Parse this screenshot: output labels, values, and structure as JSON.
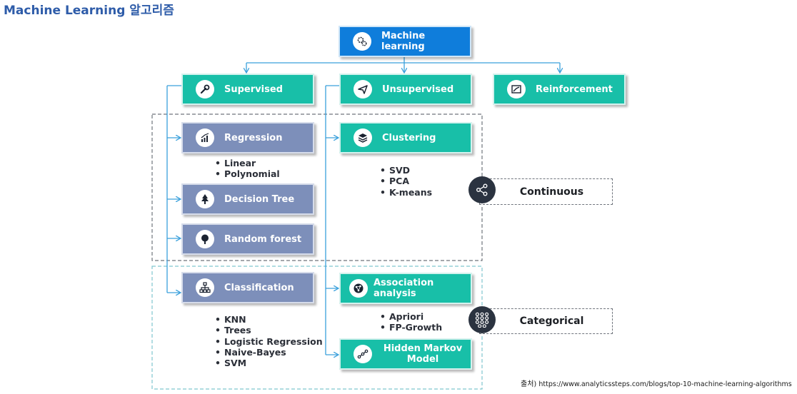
{
  "page_title": "Machine Learning 알고리즘",
  "root": {
    "label": "Machine learning",
    "icon": "gears-icon"
  },
  "categories": {
    "supervised": {
      "label": "Supervised",
      "icon": "wrench-icon"
    },
    "unsupervised": {
      "label": "Unsupervised",
      "icon": "paper-plane-icon"
    },
    "reinforcement": {
      "label": "Reinforcement",
      "icon": "trend-chart-icon"
    }
  },
  "supervised_methods": {
    "regression": {
      "label": "Regression",
      "icon": "bar-chart-icon",
      "items": [
        "Linear",
        "Polynomial"
      ]
    },
    "decision_tree": {
      "label": "Decision Tree",
      "icon": "tree-icon"
    },
    "random_forest": {
      "label": "Random forest",
      "icon": "round-tree-icon"
    },
    "classification": {
      "label": "Classification",
      "icon": "hierarchy-icon",
      "items": [
        "KNN",
        "Trees",
        "Logistic Regression",
        "Naive-Bayes",
        "SVM"
      ]
    }
  },
  "unsupervised_methods": {
    "clustering": {
      "label": "Clustering",
      "icon": "layers-icon",
      "items": [
        "SVD",
        "PCA",
        "K-means"
      ]
    },
    "association": {
      "label": "Association analysis",
      "icon": "network-icon",
      "items": [
        "Apriori",
        "FP-Growth"
      ]
    },
    "hidden_markov": {
      "label": "Hidden Markov Model",
      "icon": "path-icon"
    }
  },
  "groups": {
    "continuous": {
      "label": "Continuous",
      "icon": "share-icon"
    },
    "categorical": {
      "label": "Categorical",
      "icon": "dot-grid-icon"
    }
  },
  "source": {
    "label": "출처)",
    "url": "https://www.analyticssteps.com/blogs/top-10-machine-learning-algorithms"
  },
  "colors": {
    "root": "#0f7ddb",
    "category": "#18bfa8",
    "method": "#7d8fba",
    "connector": "#3aa0dc",
    "title": "#2e5ca9"
  }
}
